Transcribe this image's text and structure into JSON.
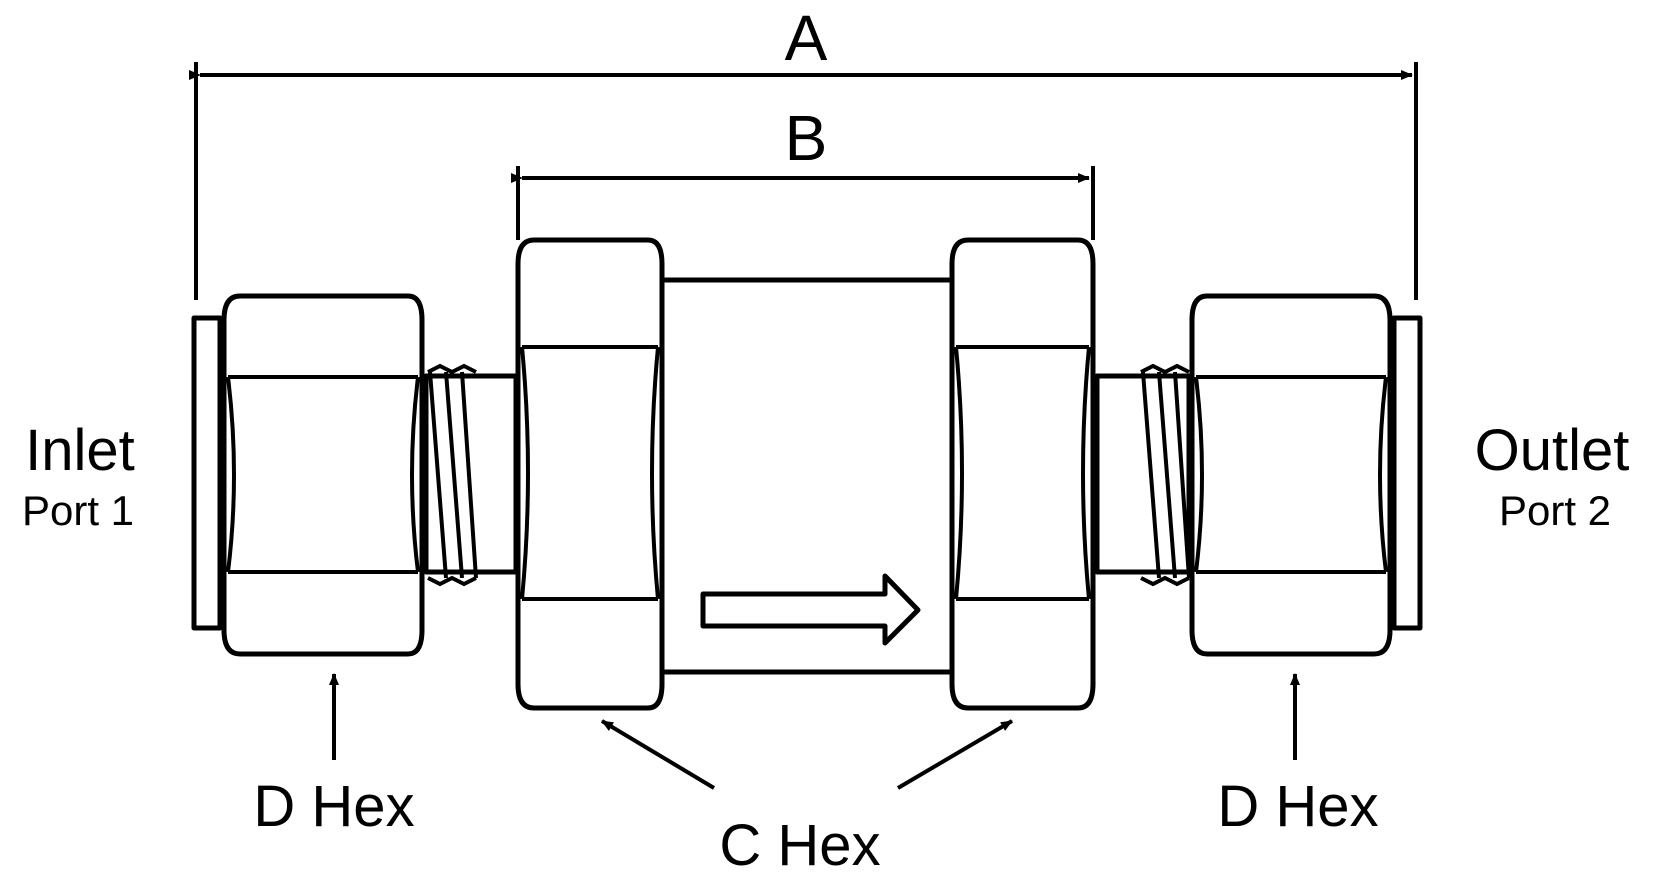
{
  "labels": {
    "dimension_a": "A",
    "dimension_b": "B",
    "inlet": "Inlet",
    "inlet_port": "Port 1",
    "outlet": "Outlet",
    "outlet_port": "Port 2",
    "d_hex_left": "D Hex",
    "c_hex": "C Hex",
    "d_hex_right": "D Hex"
  },
  "colors": {
    "line": "#000000",
    "background": "#ffffff"
  }
}
